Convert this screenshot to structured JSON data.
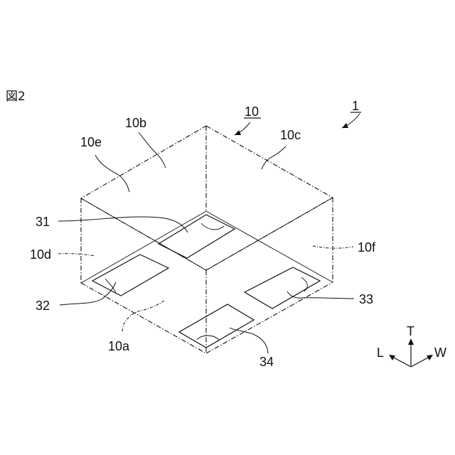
{
  "figure_label": "図2",
  "labels": {
    "device": "1",
    "body": "10",
    "face_b": "10b",
    "face_c": "10c",
    "face_e": "10e",
    "face_d": "10d",
    "face_f": "10f",
    "face_a": "10a",
    "terminal_31": "31",
    "terminal_32": "32",
    "terminal_33": "33",
    "terminal_34": "34"
  },
  "axes": {
    "t": "T",
    "l": "L",
    "w": "W"
  },
  "colors": {
    "line": "#111111",
    "terminal_fill": "#a6a6a6",
    "background": "#ffffff"
  }
}
